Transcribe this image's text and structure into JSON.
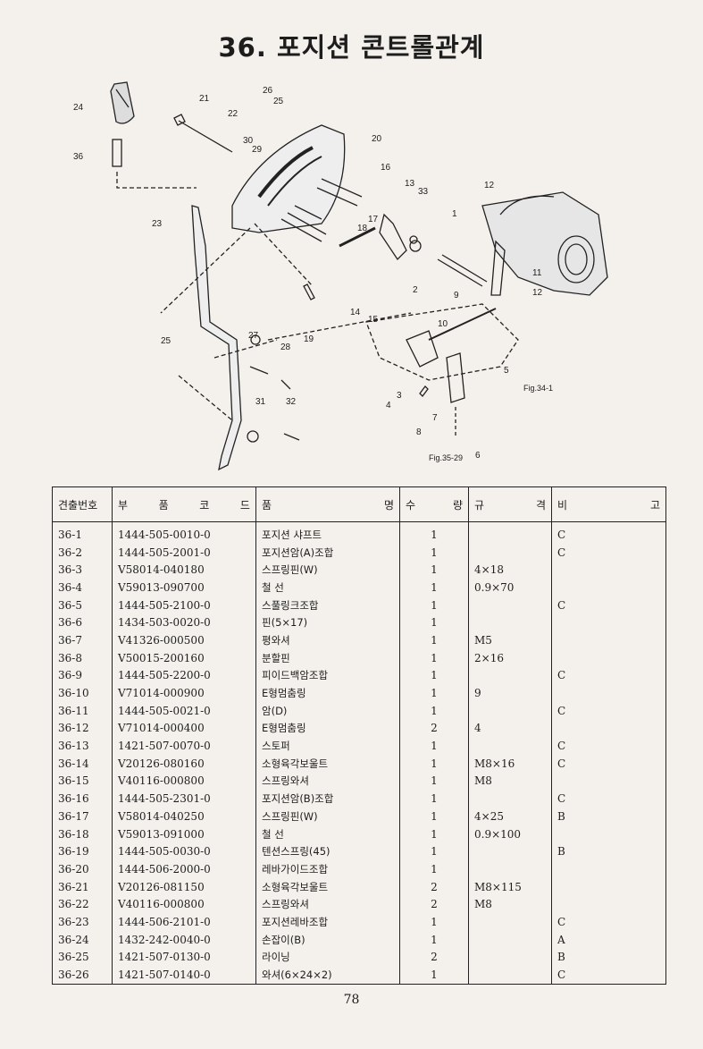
{
  "title": "36. 포지션 콘트롤관계",
  "diagram": {
    "labels": [
      "24",
      "36",
      "21",
      "22",
      "30",
      "29",
      "26",
      "25",
      "20",
      "23",
      "16",
      "13",
      "33",
      "17",
      "18",
      "12",
      "11",
      "12",
      "1",
      "14",
      "15",
      "19",
      "2",
      "9",
      "10",
      "25",
      "27",
      "28",
      "3",
      "4",
      "5",
      "31",
      "32",
      "7",
      "8",
      "6"
    ],
    "fig_refs": [
      "Fig.34-1",
      "Fig.35-29"
    ]
  },
  "table": {
    "headers": {
      "no": "견출번호",
      "code": [
        "부",
        "품",
        "코",
        "드"
      ],
      "name": [
        "품",
        "명"
      ],
      "qty": [
        "수",
        "량"
      ],
      "spec": [
        "규",
        "격"
      ],
      "note": [
        "비",
        "고"
      ]
    },
    "rows": [
      {
        "no": "36-1",
        "code": "1444-505-0010-0",
        "name": "포지션 샤프트",
        "qty": "1",
        "spec": "",
        "note": "C"
      },
      {
        "no": "36-2",
        "code": "1444-505-2001-0",
        "name": "포지션암(A)조합",
        "qty": "1",
        "spec": "",
        "note": "C"
      },
      {
        "no": "36-3",
        "code": "V58014-040180",
        "name": "스프링핀(W)",
        "qty": "1",
        "spec": "4×18",
        "note": ""
      },
      {
        "no": "36-4",
        "code": "V59013-090700",
        "name": "철 선",
        "qty": "1",
        "spec": "0.9×70",
        "note": ""
      },
      {
        "no": "36-5",
        "code": "1444-505-2100-0",
        "name": "스풀링크조합",
        "qty": "1",
        "spec": "",
        "note": "C"
      },
      {
        "no": "36-6",
        "code": "1434-503-0020-0",
        "name": "핀(5×17)",
        "qty": "1",
        "spec": "",
        "note": ""
      },
      {
        "no": "36-7",
        "code": "V41326-000500",
        "name": "평와셔",
        "qty": "1",
        "spec": "M5",
        "note": ""
      },
      {
        "no": "36-8",
        "code": "V50015-200160",
        "name": "분할핀",
        "qty": "1",
        "spec": "2×16",
        "note": ""
      },
      {
        "no": "36-9",
        "code": "1444-505-2200-0",
        "name": "피이드백암조합",
        "qty": "1",
        "spec": "",
        "note": "C"
      },
      {
        "no": "36-10",
        "code": "V71014-000900",
        "name": "E형멈춤링",
        "qty": "1",
        "spec": "9",
        "note": ""
      },
      {
        "no": "36-11",
        "code": "1444-505-0021-0",
        "name": "암(D)",
        "qty": "1",
        "spec": "",
        "note": "C"
      },
      {
        "no": "36-12",
        "code": "V71014-000400",
        "name": "E형멈춤링",
        "qty": "2",
        "spec": "4",
        "note": ""
      },
      {
        "no": "36-13",
        "code": "1421-507-0070-0",
        "name": "스토퍼",
        "qty": "1",
        "spec": "",
        "note": "C"
      },
      {
        "no": "36-14",
        "code": "V20126-080160",
        "name": "소형육각보울트",
        "qty": "1",
        "spec": "M8×16",
        "note": "C"
      },
      {
        "no": "36-15",
        "code": "V40116-000800",
        "name": "스프링와셔",
        "qty": "1",
        "spec": "M8",
        "note": ""
      },
      {
        "no": "36-16",
        "code": "1444-505-2301-0",
        "name": "포지션암(B)조합",
        "qty": "1",
        "spec": "",
        "note": "C"
      },
      {
        "no": "36-17",
        "code": "V58014-040250",
        "name": "스프링핀(W)",
        "qty": "1",
        "spec": "4×25",
        "note": "B"
      },
      {
        "no": "36-18",
        "code": "V59013-091000",
        "name": "철 선",
        "qty": "1",
        "spec": "0.9×100",
        "note": ""
      },
      {
        "no": "36-19",
        "code": "1444-505-0030-0",
        "name": "텐션스프링(45)",
        "qty": "1",
        "spec": "",
        "note": "B"
      },
      {
        "no": "36-20",
        "code": "1444-506-2000-0",
        "name": "레바가이드조합",
        "qty": "1",
        "spec": "",
        "note": ""
      },
      {
        "no": "36-21",
        "code": "V20126-081150",
        "name": "소형육각보울트",
        "qty": "2",
        "spec": "M8×115",
        "note": ""
      },
      {
        "no": "36-22",
        "code": "V40116-000800",
        "name": "스프링와셔",
        "qty": "2",
        "spec": "M8",
        "note": ""
      },
      {
        "no": "36-23",
        "code": "1444-506-2101-0",
        "name": "포지션레바조합",
        "qty": "1",
        "spec": "",
        "note": "C"
      },
      {
        "no": "36-24",
        "code": "1432-242-0040-0",
        "name": "손잡이(B)",
        "qty": "1",
        "spec": "",
        "note": "A"
      },
      {
        "no": "36-25",
        "code": "1421-507-0130-0",
        "name": "라이닝",
        "qty": "2",
        "spec": "",
        "note": "B"
      },
      {
        "no": "36-26",
        "code": "1421-507-0140-0",
        "name": "와셔(6×24×2)",
        "qty": "1",
        "spec": "",
        "note": "C"
      }
    ]
  },
  "page_number": "78"
}
